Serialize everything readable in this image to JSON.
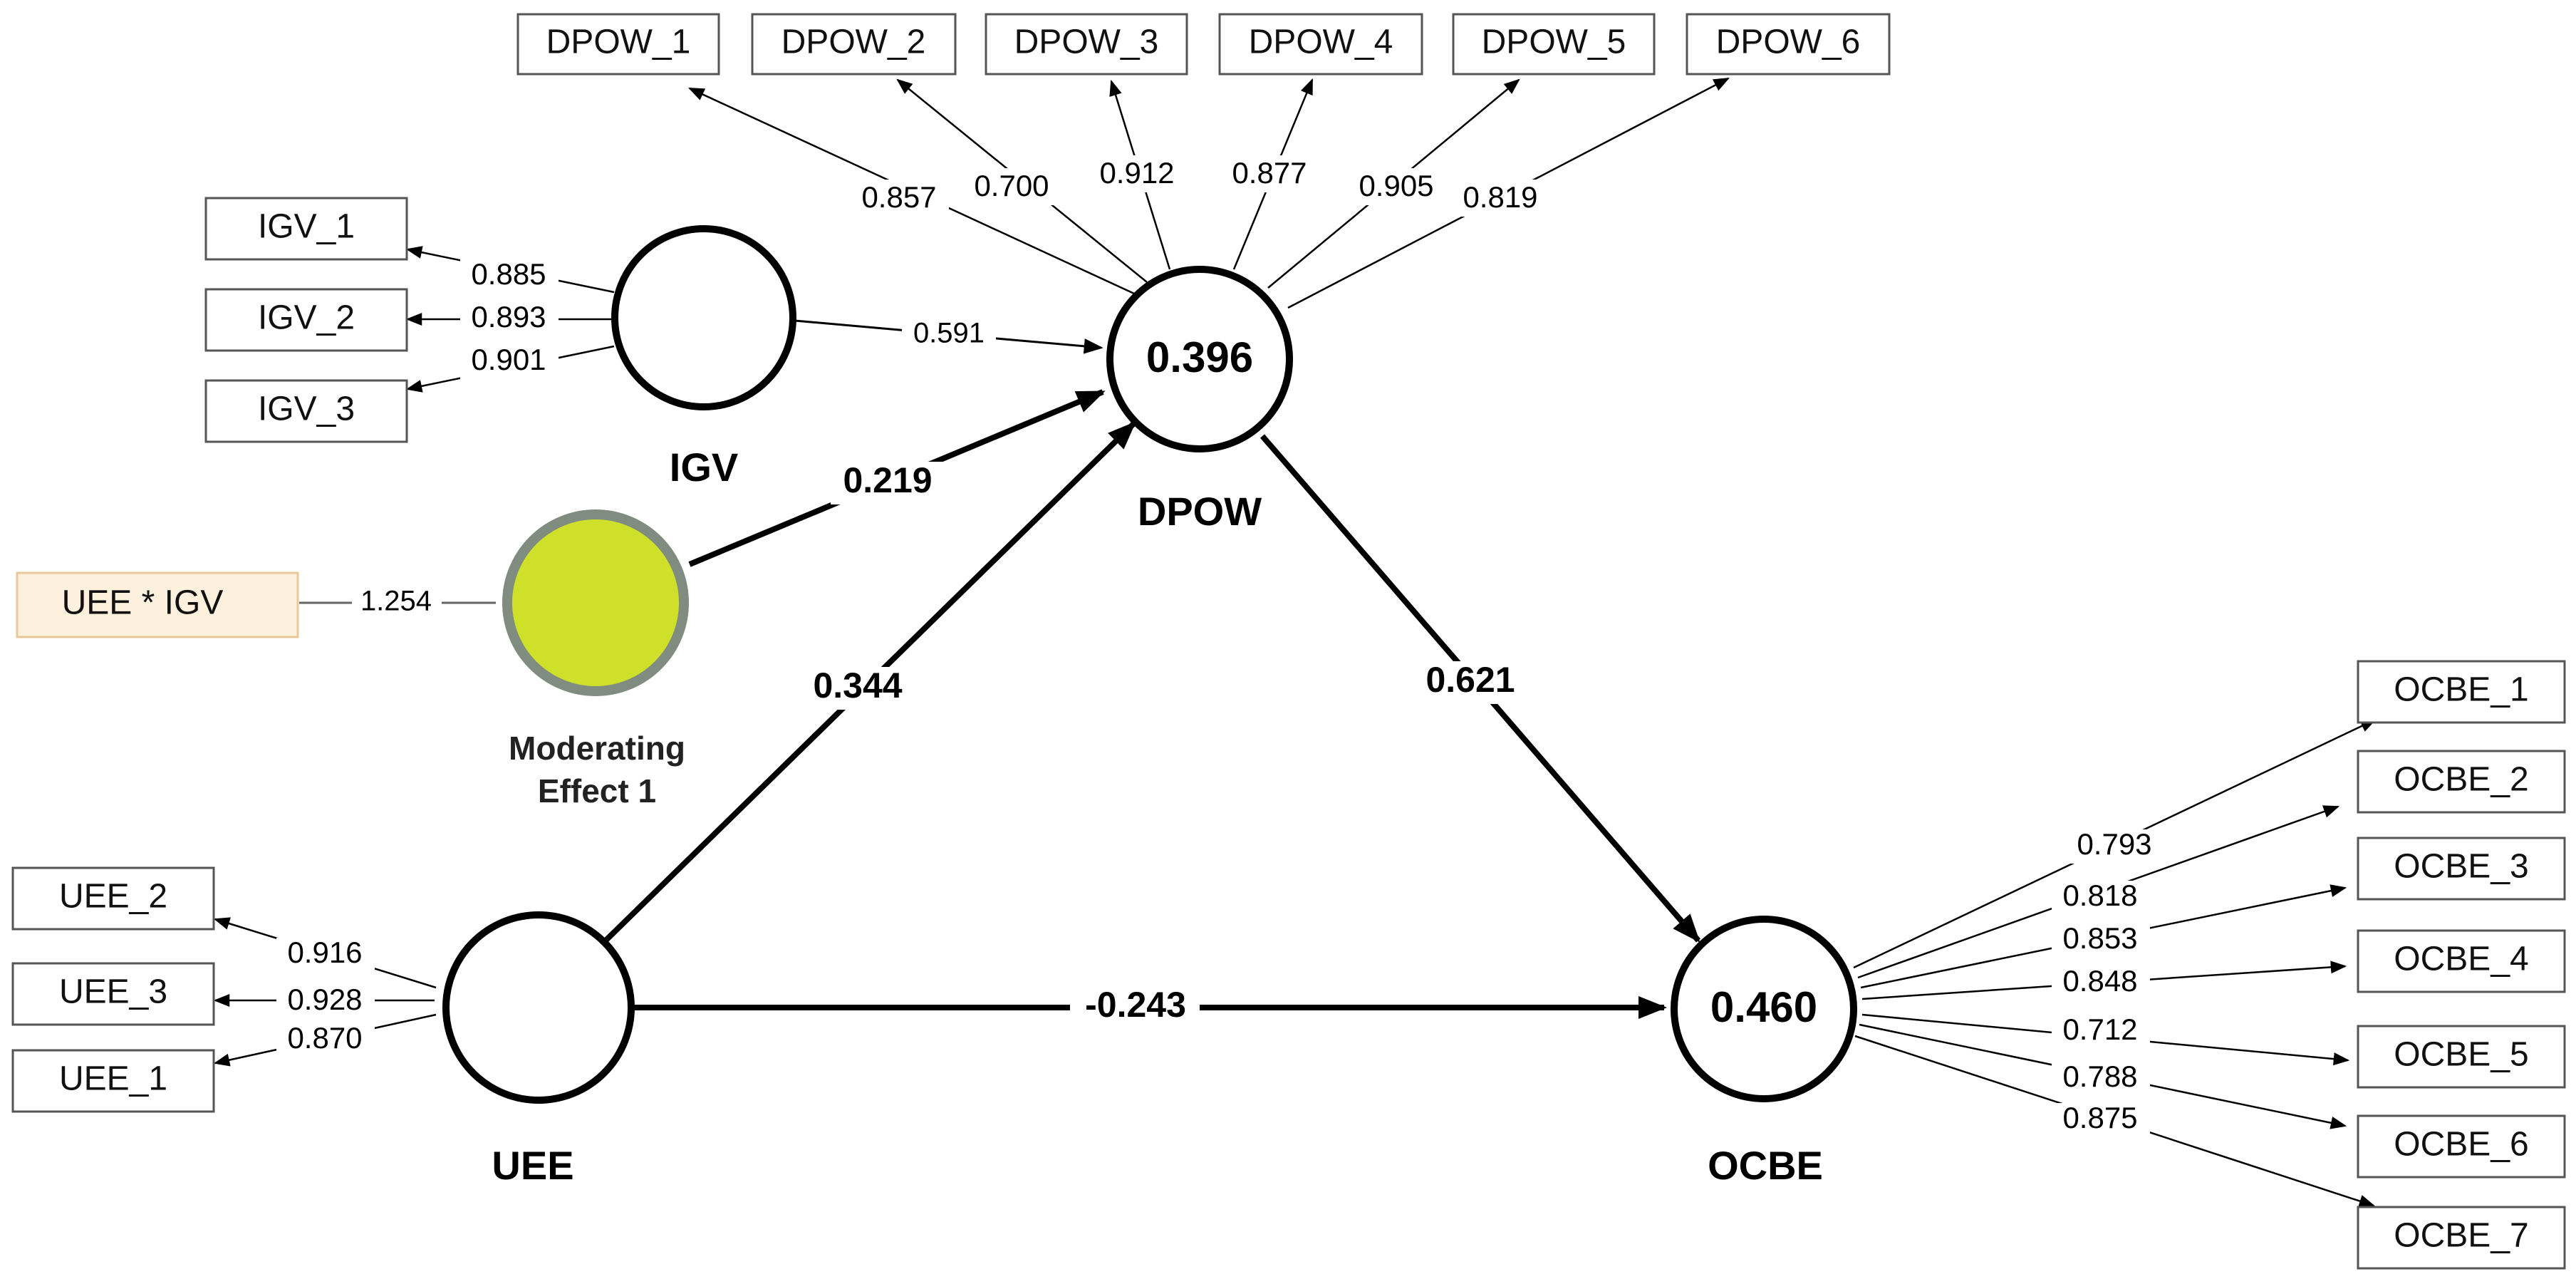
{
  "latent": {
    "igv": {
      "label": "IGV",
      "value": ""
    },
    "dpow": {
      "label": "DPOW",
      "value": "0.396"
    },
    "uee": {
      "label": "UEE",
      "value": ""
    },
    "ocbe": {
      "label": "OCBE",
      "value": "0.460"
    },
    "moderator": {
      "label_line1": "Moderating",
      "label_line2": "Effect 1",
      "fill_color": "#cfe02b"
    }
  },
  "indicators": {
    "dpow": [
      {
        "label": "DPOW_1",
        "loading": "0.857"
      },
      {
        "label": "DPOW_2",
        "loading": "0.700"
      },
      {
        "label": "DPOW_3",
        "loading": "0.912"
      },
      {
        "label": "DPOW_4",
        "loading": "0.877"
      },
      {
        "label": "DPOW_5",
        "loading": "0.905"
      },
      {
        "label": "DPOW_6",
        "loading": "0.819"
      }
    ],
    "igv": [
      {
        "label": "IGV_1",
        "loading": "0.885"
      },
      {
        "label": "IGV_2",
        "loading": "0.893"
      },
      {
        "label": "IGV_3",
        "loading": "0.901"
      }
    ],
    "uee": [
      {
        "label": "UEE_2",
        "loading": "0.916"
      },
      {
        "label": "UEE_3",
        "loading": "0.928"
      },
      {
        "label": "UEE_1",
        "loading": "0.870"
      }
    ],
    "ocbe": [
      {
        "label": "OCBE_1",
        "loading": "0.793"
      },
      {
        "label": "OCBE_2",
        "loading": "0.818"
      },
      {
        "label": "OCBE_3",
        "loading": "0.853"
      },
      {
        "label": "OCBE_4",
        "loading": "0.848"
      },
      {
        "label": "OCBE_5",
        "loading": "0.712"
      },
      {
        "label": "OCBE_6",
        "loading": "0.788"
      },
      {
        "label": "OCBE_7",
        "loading": "0.875"
      }
    ],
    "interaction": {
      "label": "UEE * IGV",
      "loading": "1.254",
      "fill_color": "#fdf0dc"
    }
  },
  "paths": {
    "igv_dpow": "0.591",
    "mod_dpow": "0.219",
    "uee_dpow": "0.344",
    "dpow_ocbe": "0.621",
    "uee_ocbe": "-0.243"
  }
}
